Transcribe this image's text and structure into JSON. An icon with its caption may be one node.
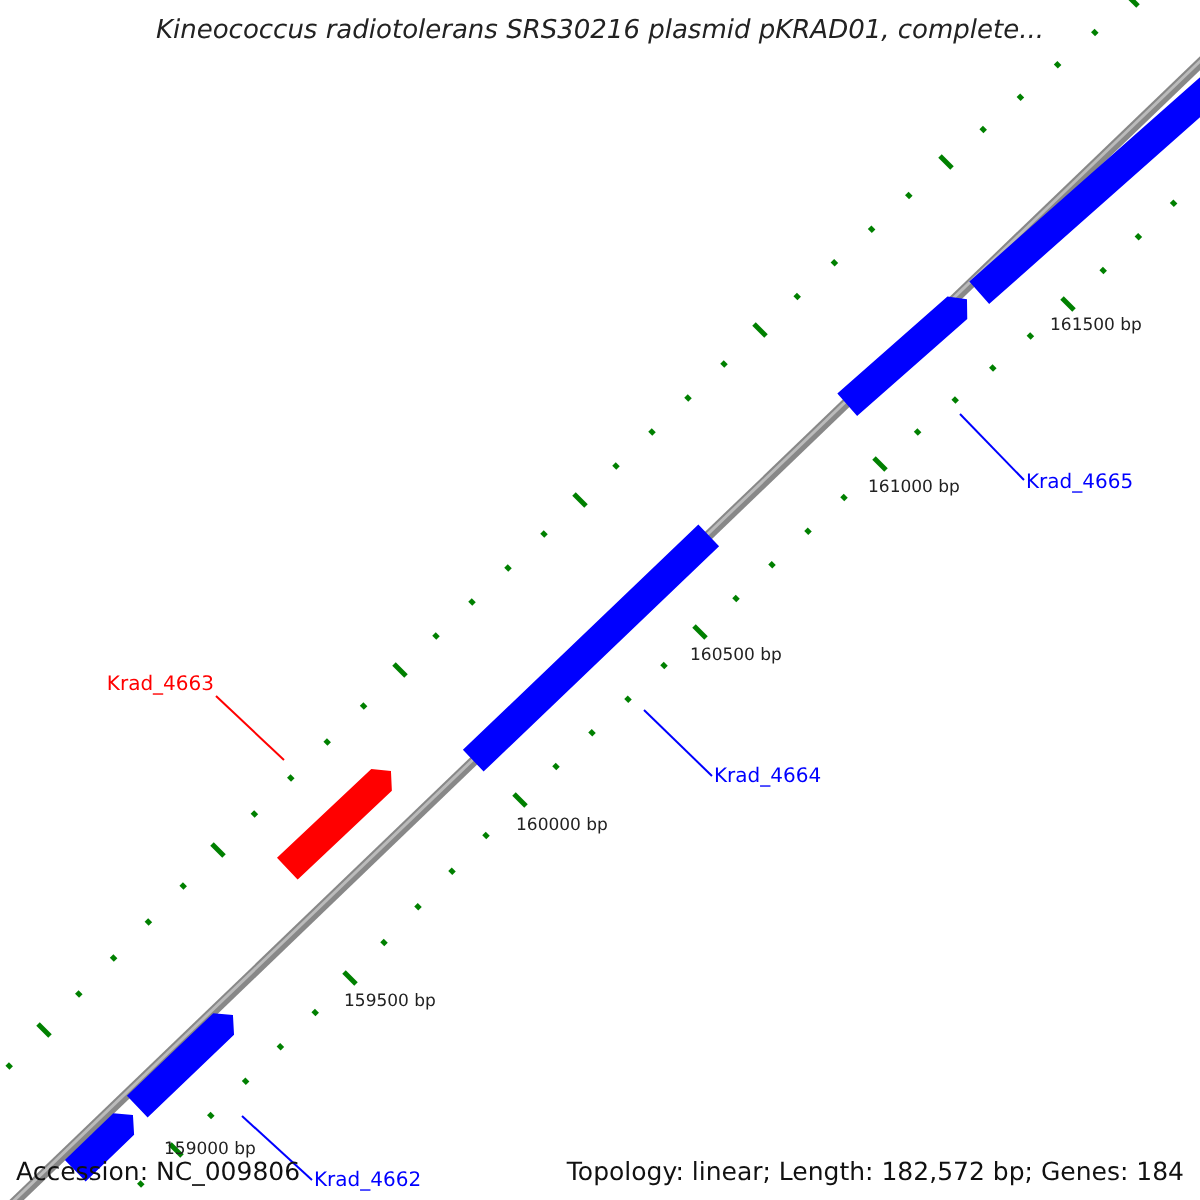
{
  "diagram": {
    "title": "Kineococcus radiotolerans SRS30216 plasmid pKRAD01, complete...",
    "nodes": [
      {
        "text": [],
        "shape": "bar"
      },
      {
        "text": [],
        "shape": "bar"
      },
      {
        "text": [
          "Krad_4665"
        ]
      },
      {
        "text": [],
        "shape": "bar"
      },
      {
        "text": [
          "Krad_4664"
        ]
      },
      {
        "text": [
          "Krad_4663"
        ]
      },
      {
        "text": [],
        "shape": "bar"
      },
      {
        "text": [],
        "shape": "bar"
      },
      {
        "text": [],
        "shape": "bar"
      },
      {
        "text": [
          "Krad_4662"
        ]
      }
    ],
    "edges": [
      {
        "from": 2,
        "to": 1,
        "arrow": "none"
      },
      {
        "from": 4,
        "to": 3,
        "arrow": "none"
      },
      {
        "from": 5,
        "to": 6,
        "arrow": "none",
        "color": "#ff0000"
      },
      {
        "from": 9,
        "to": 7,
        "arrow": "none"
      }
    ],
    "labels": [
      "161500 bp",
      "161000 bp",
      "160500 bp",
      "160000 bp",
      "159500 bp",
      "159000 bp",
      "Accession: NC_009806",
      "Topology: linear; Length: 182,572 bp; Genes: 184"
    ]
  }
}
